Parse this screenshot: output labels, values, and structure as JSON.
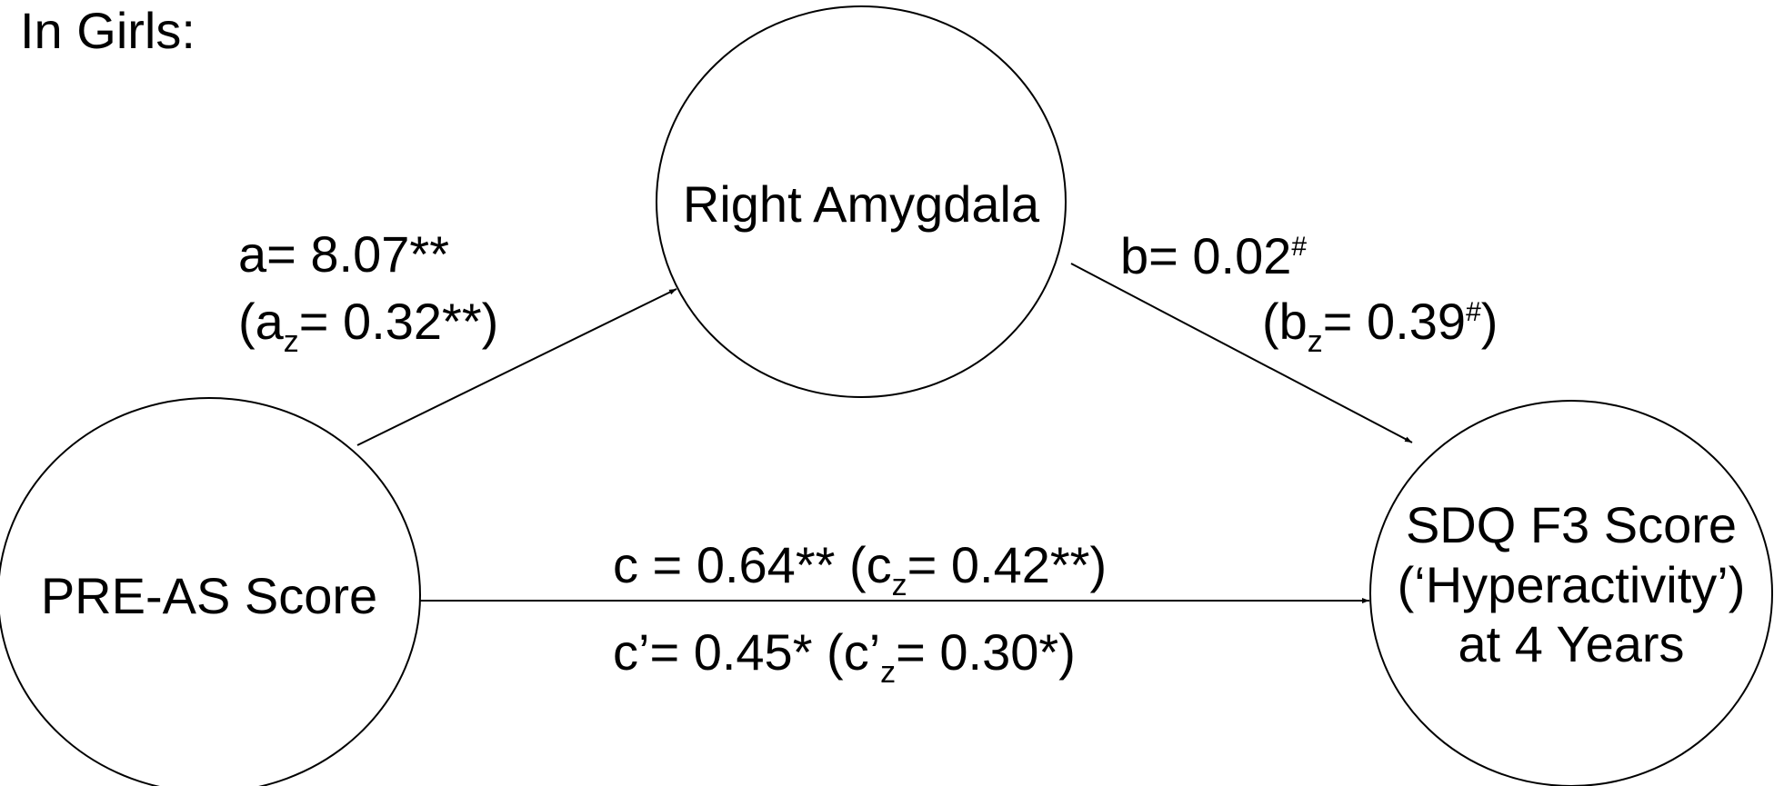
{
  "title": "In Girls:",
  "nodes": {
    "mediator": {
      "label": "Right Amygdala"
    },
    "predictor": {
      "label": "PRE-AS Score"
    },
    "outcome": {
      "line1": "SDQ F3 Score",
      "line2": "(‘Hyperactivity’)",
      "line3": "at 4 Years"
    }
  },
  "paths": {
    "a": {
      "main_prefix": "a= ",
      "main_value": "8.07**",
      "std_open": "(a",
      "std_sub": "z",
      "std_rest": "= 0.32**)"
    },
    "b": {
      "main_prefix": "b= ",
      "main_value": "0.02",
      "main_sup": "#",
      "std_open": "(b",
      "std_sub": "z",
      "std_rest": "= 0.39",
      "std_sup": "#",
      "std_close": ")"
    },
    "c": {
      "main": "c = 0.64** (c",
      "sub": "z",
      "rest": "= 0.42**)"
    },
    "c_prime": {
      "main": "c’= 0.45* (c’",
      "sub": "z",
      "rest": "= 0.30*)"
    }
  },
  "colors": {
    "stroke": "#000000",
    "background": "#ffffff",
    "text": "#000000"
  }
}
